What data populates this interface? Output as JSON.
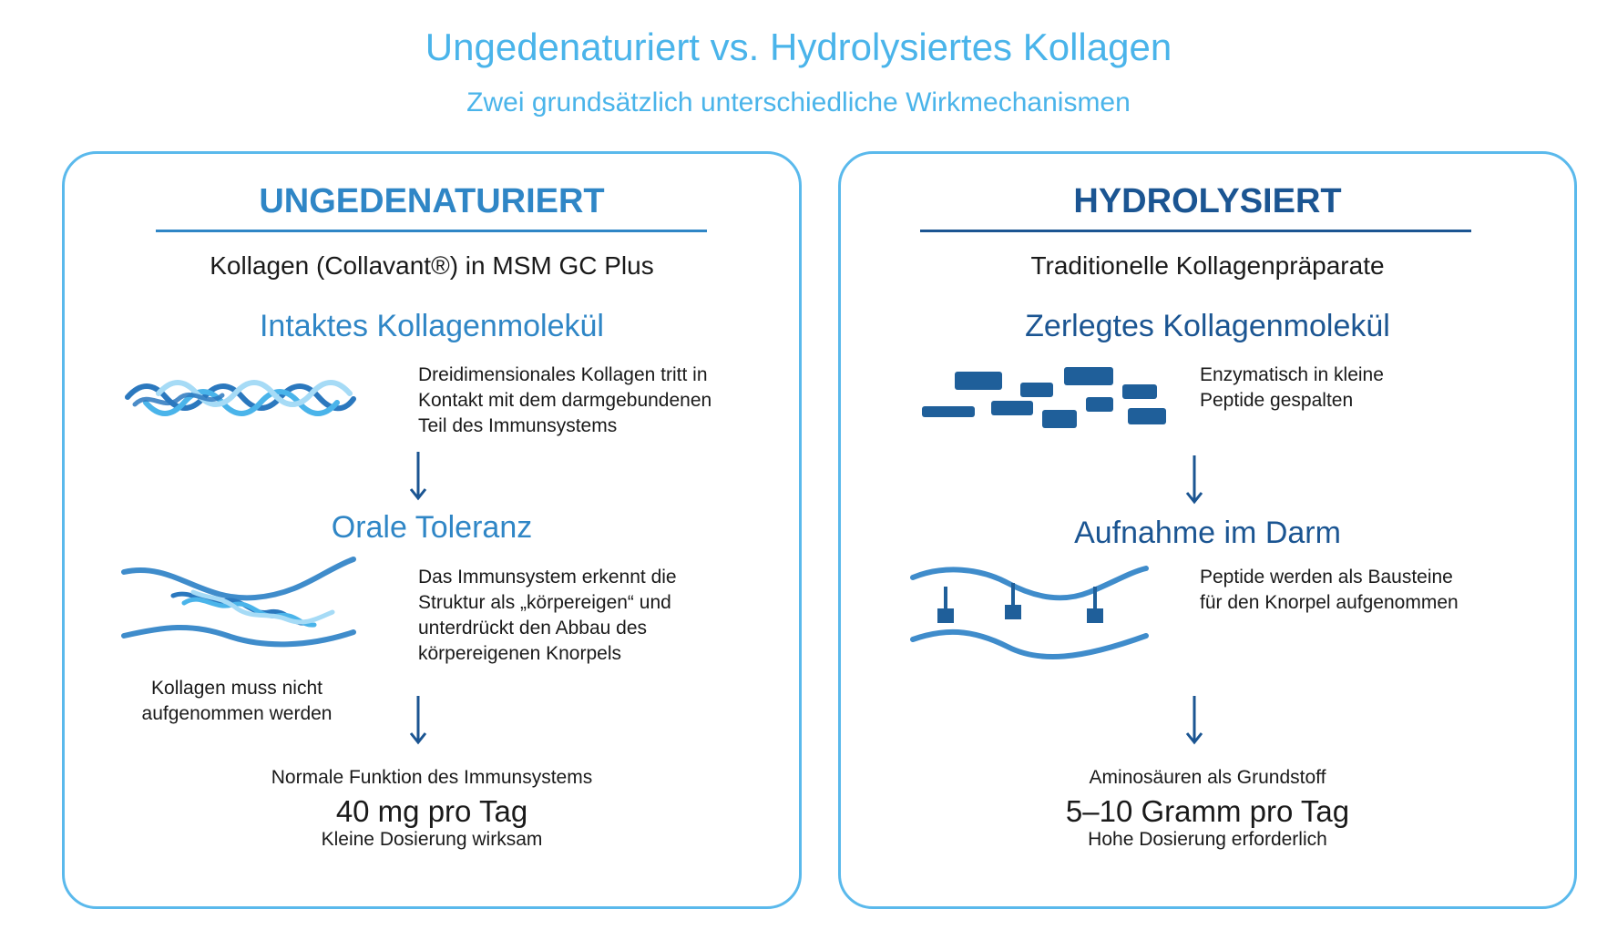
{
  "header": {
    "title": "Ungedenaturiert vs. Hydrolysiertes Kollagen",
    "subtitle": "Zwei grundsätzlich unterschiedliche Wirkmechanismen"
  },
  "left": {
    "heading": "UNGEDENATURIERT",
    "subheading": "Kollagen (Collavant®) in MSM GC Plus",
    "section1_title": "Intaktes Kollagenmolekül",
    "section1_desc": [
      "Dreidimensionales Kollagen tritt in",
      "Kontakt mit dem darmgebundenen",
      "Teil des Immunsystems"
    ],
    "section2_title": "Orale Toleranz",
    "section2_desc": [
      "Das Immunsystem erkennt die",
      "Struktur als „körpereigen“ und",
      "unterdrückt den Abbau des",
      "körpereigenen Knorpels"
    ],
    "section2_note": [
      "Kollagen muss nicht",
      "aufgenommen werden"
    ],
    "result_label": "Normale Funktion des Immunsystems",
    "dose": "40 mg pro Tag",
    "dose_note": "Kleine Dosierung wirksam"
  },
  "right": {
    "heading": "HYDROLYSIERT",
    "subheading": "Traditionelle Kollagenpräparate",
    "section1_title": "Zerlegtes Kollagenmolekül",
    "section1_desc": [
      "Enzymatisch in kleine",
      "Peptide gespalten"
    ],
    "section2_title": "Aufnahme im Darm",
    "section2_desc": [
      "Peptide werden als Bausteine",
      "für den Knorpel aufgenommen"
    ],
    "result_label": "Aminosäuren als Grundstoff",
    "dose": "5–10 Gramm pro Tag",
    "dose_note": "Hohe Dosierung erforderlich"
  },
  "colors": {
    "accent_light": "#4ab4ea",
    "panel_border": "#5ab9ec",
    "left_heading": "#2f86c6",
    "right_heading": "#1b5592",
    "arrow": "#1b5592",
    "block": "#1f5f9a",
    "intestine": "#3f8ccb",
    "strand_dark": "#2b78be",
    "strand_mid": "#4ab4ea",
    "strand_light": "#a6dbf6"
  },
  "icons": [
    "triple-helix-icon",
    "peptide-fragments-icon",
    "intestine-icon",
    "down-arrow-icon"
  ]
}
